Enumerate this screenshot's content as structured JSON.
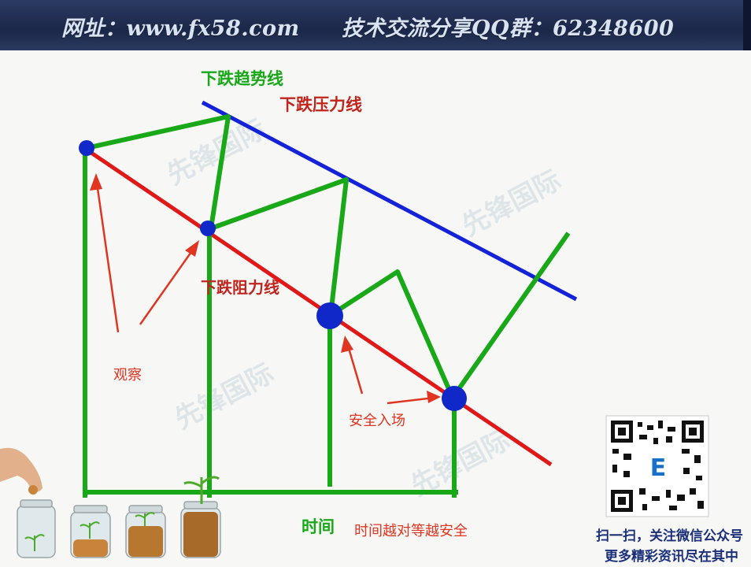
{
  "banner": {
    "site": "网址：www.fx58.com",
    "group": "技术交流分享QQ群：62348600"
  },
  "labels": {
    "downtrend_line": "下跌趋势线",
    "pressure_line": "下跌压力线",
    "resistance_line": "下跌阻力线",
    "observe": "观察",
    "safe_entry": "安全入场",
    "time": "时间",
    "time_note": "时间越对等越安全"
  },
  "qr": {
    "line1": "扫一扫，关注微信公众号",
    "line2": "更多精彩资讯尽在其中"
  },
  "watermark": "先锋国际",
  "colors": {
    "banner": "#1b2748",
    "trend_green": "#18a818",
    "pressure_blue": "#1422d8",
    "resistance_red": "#e01818",
    "node_blue": "#1028c8",
    "note_red": "#e03520"
  }
}
